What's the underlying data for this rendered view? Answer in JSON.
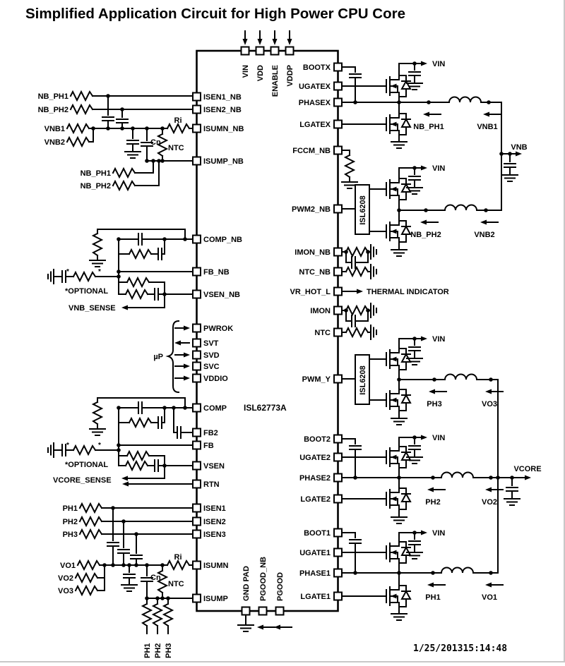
{
  "title": "Simplified Application Circuit for High Power CPU Core",
  "ic": {
    "part_number": "ISL62773A"
  },
  "driver": {
    "part_number": "ISL6208"
  },
  "pins": {
    "top": [
      "VIN",
      "VDD",
      "ENABLE",
      "VDDP"
    ],
    "left": [
      "ISEN1_NB",
      "ISEN2_NB",
      "ISUMN_NB",
      "ISUMP_NB",
      "COMP_NB",
      "FB_NB",
      "VSEN_NB",
      "PWROK",
      "SVT",
      "SVD",
      "SVC",
      "VDDIO",
      "COMP",
      "FB2",
      "FB",
      "VSEN",
      "RTN",
      "ISEN1",
      "ISEN2",
      "ISEN3",
      "ISUMN",
      "ISUMP"
    ],
    "right": [
      "BOOTX",
      "UGATEX",
      "PHASEX",
      "LGATEX",
      "FCCM_NB",
      "PWM2_NB",
      "IMON_NB",
      "NTC_NB",
      "VR_HOT_L",
      "IMON",
      "NTC",
      "PWM_Y",
      "BOOT2",
      "UGATE2",
      "PHASE2",
      "LGATE2",
      "BOOT1",
      "UGATE1",
      "PHASE1",
      "LGATE1"
    ],
    "bottom": [
      "GND PAD",
      "PGOOD_NB",
      "PGOOD"
    ]
  },
  "labels": {
    "vin": "VIN",
    "vnb": "VNB",
    "vnb1": "VNB1",
    "vnb2": "VNB2",
    "nb_ph1": "NB_PH1",
    "nb_ph2": "NB_PH2",
    "vcore": "VCORE",
    "vcore_sense": "VCORE_SENSE",
    "vnb_sense": "VNB_SENSE",
    "vo1": "VO1",
    "vo2": "VO2",
    "vo3": "VO3",
    "ph1": "PH1",
    "ph2": "PH2",
    "ph3": "PH3",
    "ri": "Ri",
    "cn": "Cn",
    "ntc": "NTC",
    "micro": "µP",
    "optional": "*OPTIONAL",
    "asterisk": "*",
    "thermal": "THERMAL INDICATOR"
  },
  "timestamp": {
    "text": "1/25/201315:14:48",
    "color": "#3fd43f"
  },
  "colors": {
    "ink": "#000000",
    "background": "#ffffff"
  }
}
